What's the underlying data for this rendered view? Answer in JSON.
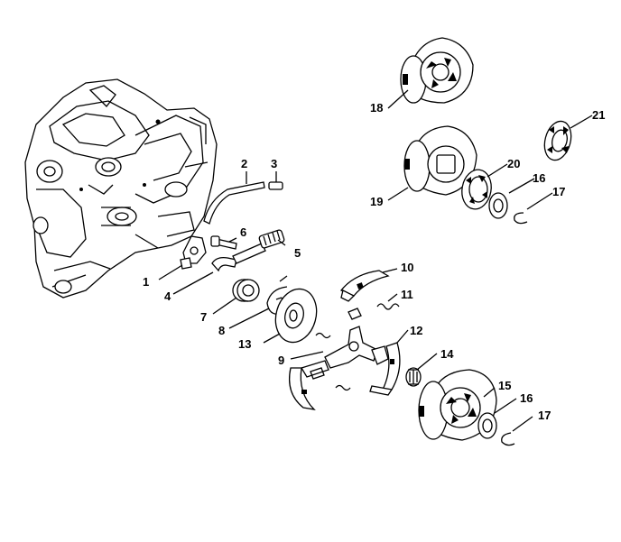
{
  "callouts": {
    "c1": "1",
    "c2": "2",
    "c3": "3",
    "c4": "4",
    "c5": "5",
    "c6": "6",
    "c7": "7",
    "c8": "8",
    "c9": "9",
    "c10": "10",
    "c11": "11",
    "c12": "12",
    "c13": "13",
    "c14": "14",
    "c15": "15",
    "c16a": "16",
    "c16b": "16",
    "c17a": "17",
    "c17b": "17",
    "c18": "18",
    "c19": "19",
    "c20": "20",
    "c21": "21"
  }
}
